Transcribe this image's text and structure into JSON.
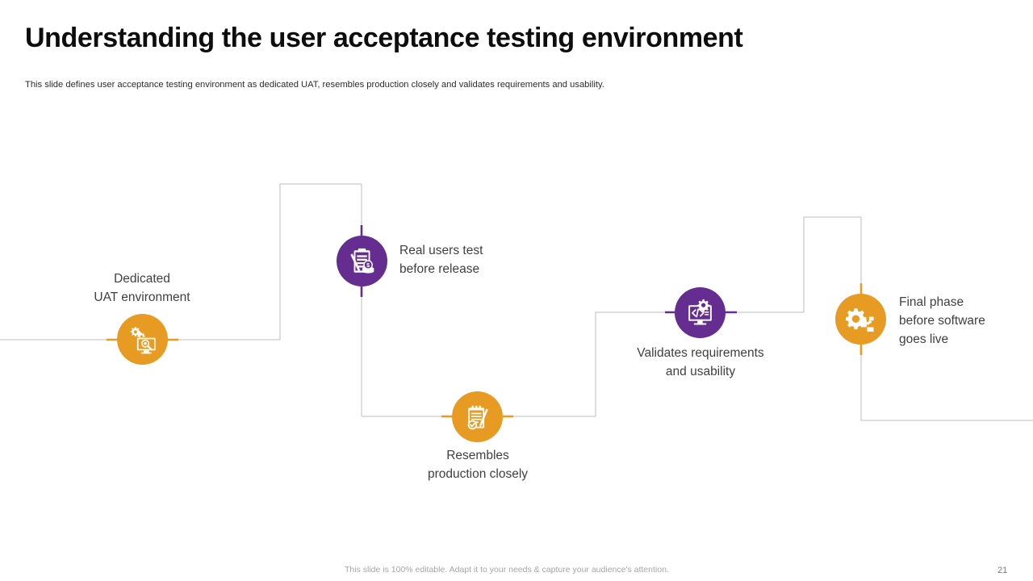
{
  "slide": {
    "title": "Understanding the user acceptance testing environment",
    "subtitle": "This slide defines user acceptance testing environment as dedicated UAT, resembles production closely and validates requirements and usability.",
    "footer_note": "This slide is 100% editable. Adapt it to your needs & capture your audience's attention.",
    "page_number": "21"
  },
  "colors": {
    "orange": "#E89B22",
    "purple": "#662D91",
    "connector_gray": "#C9C9C9",
    "title": "#0d0d0d",
    "label": "#3f3f3f",
    "footer": "#a6a6a6",
    "background": "#ffffff"
  },
  "diagram": {
    "type": "staircase-process-flow",
    "steps": [
      {
        "id": "step-1",
        "label": "Dedicated\nUAT environment",
        "color": "#E89B22",
        "icon": "gears-monitor-search-icon",
        "label_position": "above",
        "accent_orientation": "horizontal"
      },
      {
        "id": "step-2",
        "label": "Real users test\nbefore release",
        "color": "#662D91",
        "icon": "clipboard-coins-icon",
        "label_position": "right",
        "accent_orientation": "vertical"
      },
      {
        "id": "step-3",
        "label": "Resembles\nproduction closely",
        "color": "#E89B22",
        "icon": "notepad-check-pen-icon",
        "label_position": "below",
        "accent_orientation": "horizontal"
      },
      {
        "id": "step-4",
        "label": "Validates requirements\nand usability",
        "color": "#662D91",
        "icon": "monitor-code-gear-icon",
        "label_position": "below",
        "accent_orientation": "horizontal"
      },
      {
        "id": "step-5",
        "label": "Final phase\nbefore software\ngoes live",
        "color": "#E89B22",
        "icon": "gear-puzzle-icon",
        "label_position": "right",
        "accent_orientation": "vertical"
      }
    ]
  }
}
